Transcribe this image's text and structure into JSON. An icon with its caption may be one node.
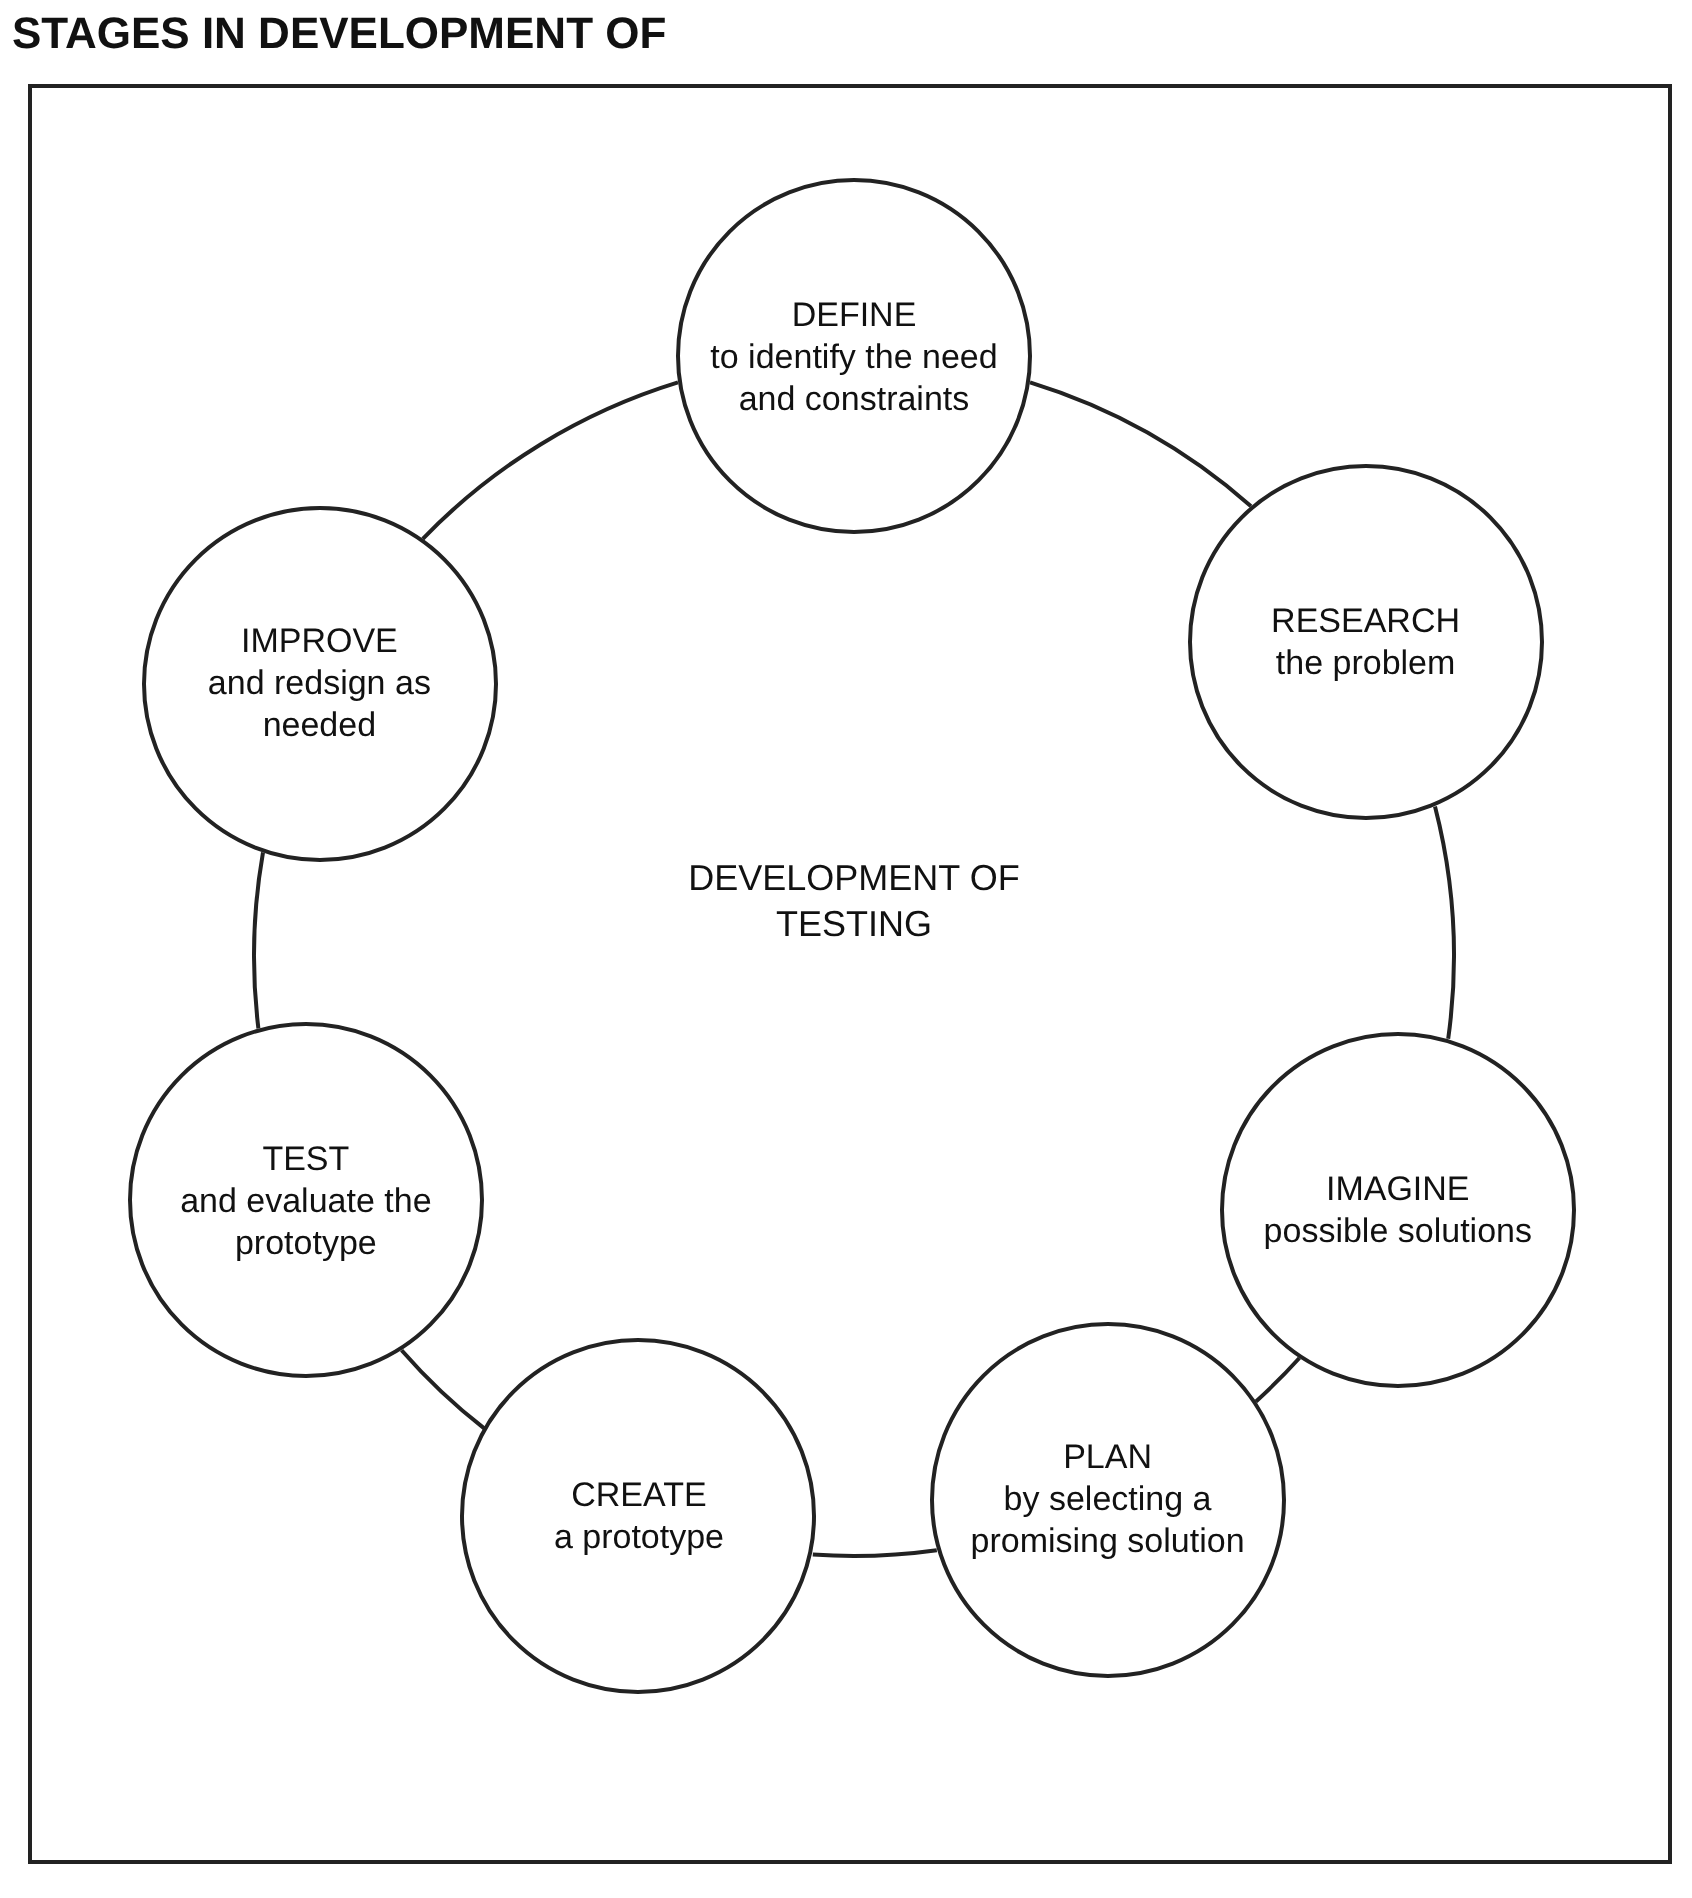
{
  "diagram": {
    "title": "STAGES IN DEVELOPMENT OF",
    "nodes": [
      {
        "text": [
          "DEFINE",
          "to identify the need and constraints"
        ]
      },
      {
        "text": [
          "RESEARCH",
          "the problem"
        ]
      },
      {
        "text": [
          "IMAGINE",
          "possible solutions"
        ]
      },
      {
        "text": [
          "PLAN",
          "by selecting a promising solution"
        ]
      },
      {
        "text": [
          "CREATE",
          "a prototype"
        ]
      },
      {
        "text": [
          "TEST",
          "and evaluate the prototype"
        ]
      },
      {
        "text": [
          "IMPROVE",
          "and redsign as needed"
        ]
      }
    ],
    "edges": [
      {
        "from": 0,
        "to": 1,
        "arrow": "none"
      },
      {
        "from": 1,
        "to": 2,
        "arrow": "none"
      },
      {
        "from": 2,
        "to": 3,
        "arrow": "none"
      },
      {
        "from": 3,
        "to": 4,
        "arrow": "none"
      },
      {
        "from": 4,
        "to": 5,
        "arrow": "none"
      },
      {
        "from": 5,
        "to": 6,
        "arrow": "none"
      },
      {
        "from": 6,
        "to": 0,
        "arrow": "none"
      }
    ],
    "labels": [
      "DEVELOPMENT OF TESTING"
    ]
  }
}
